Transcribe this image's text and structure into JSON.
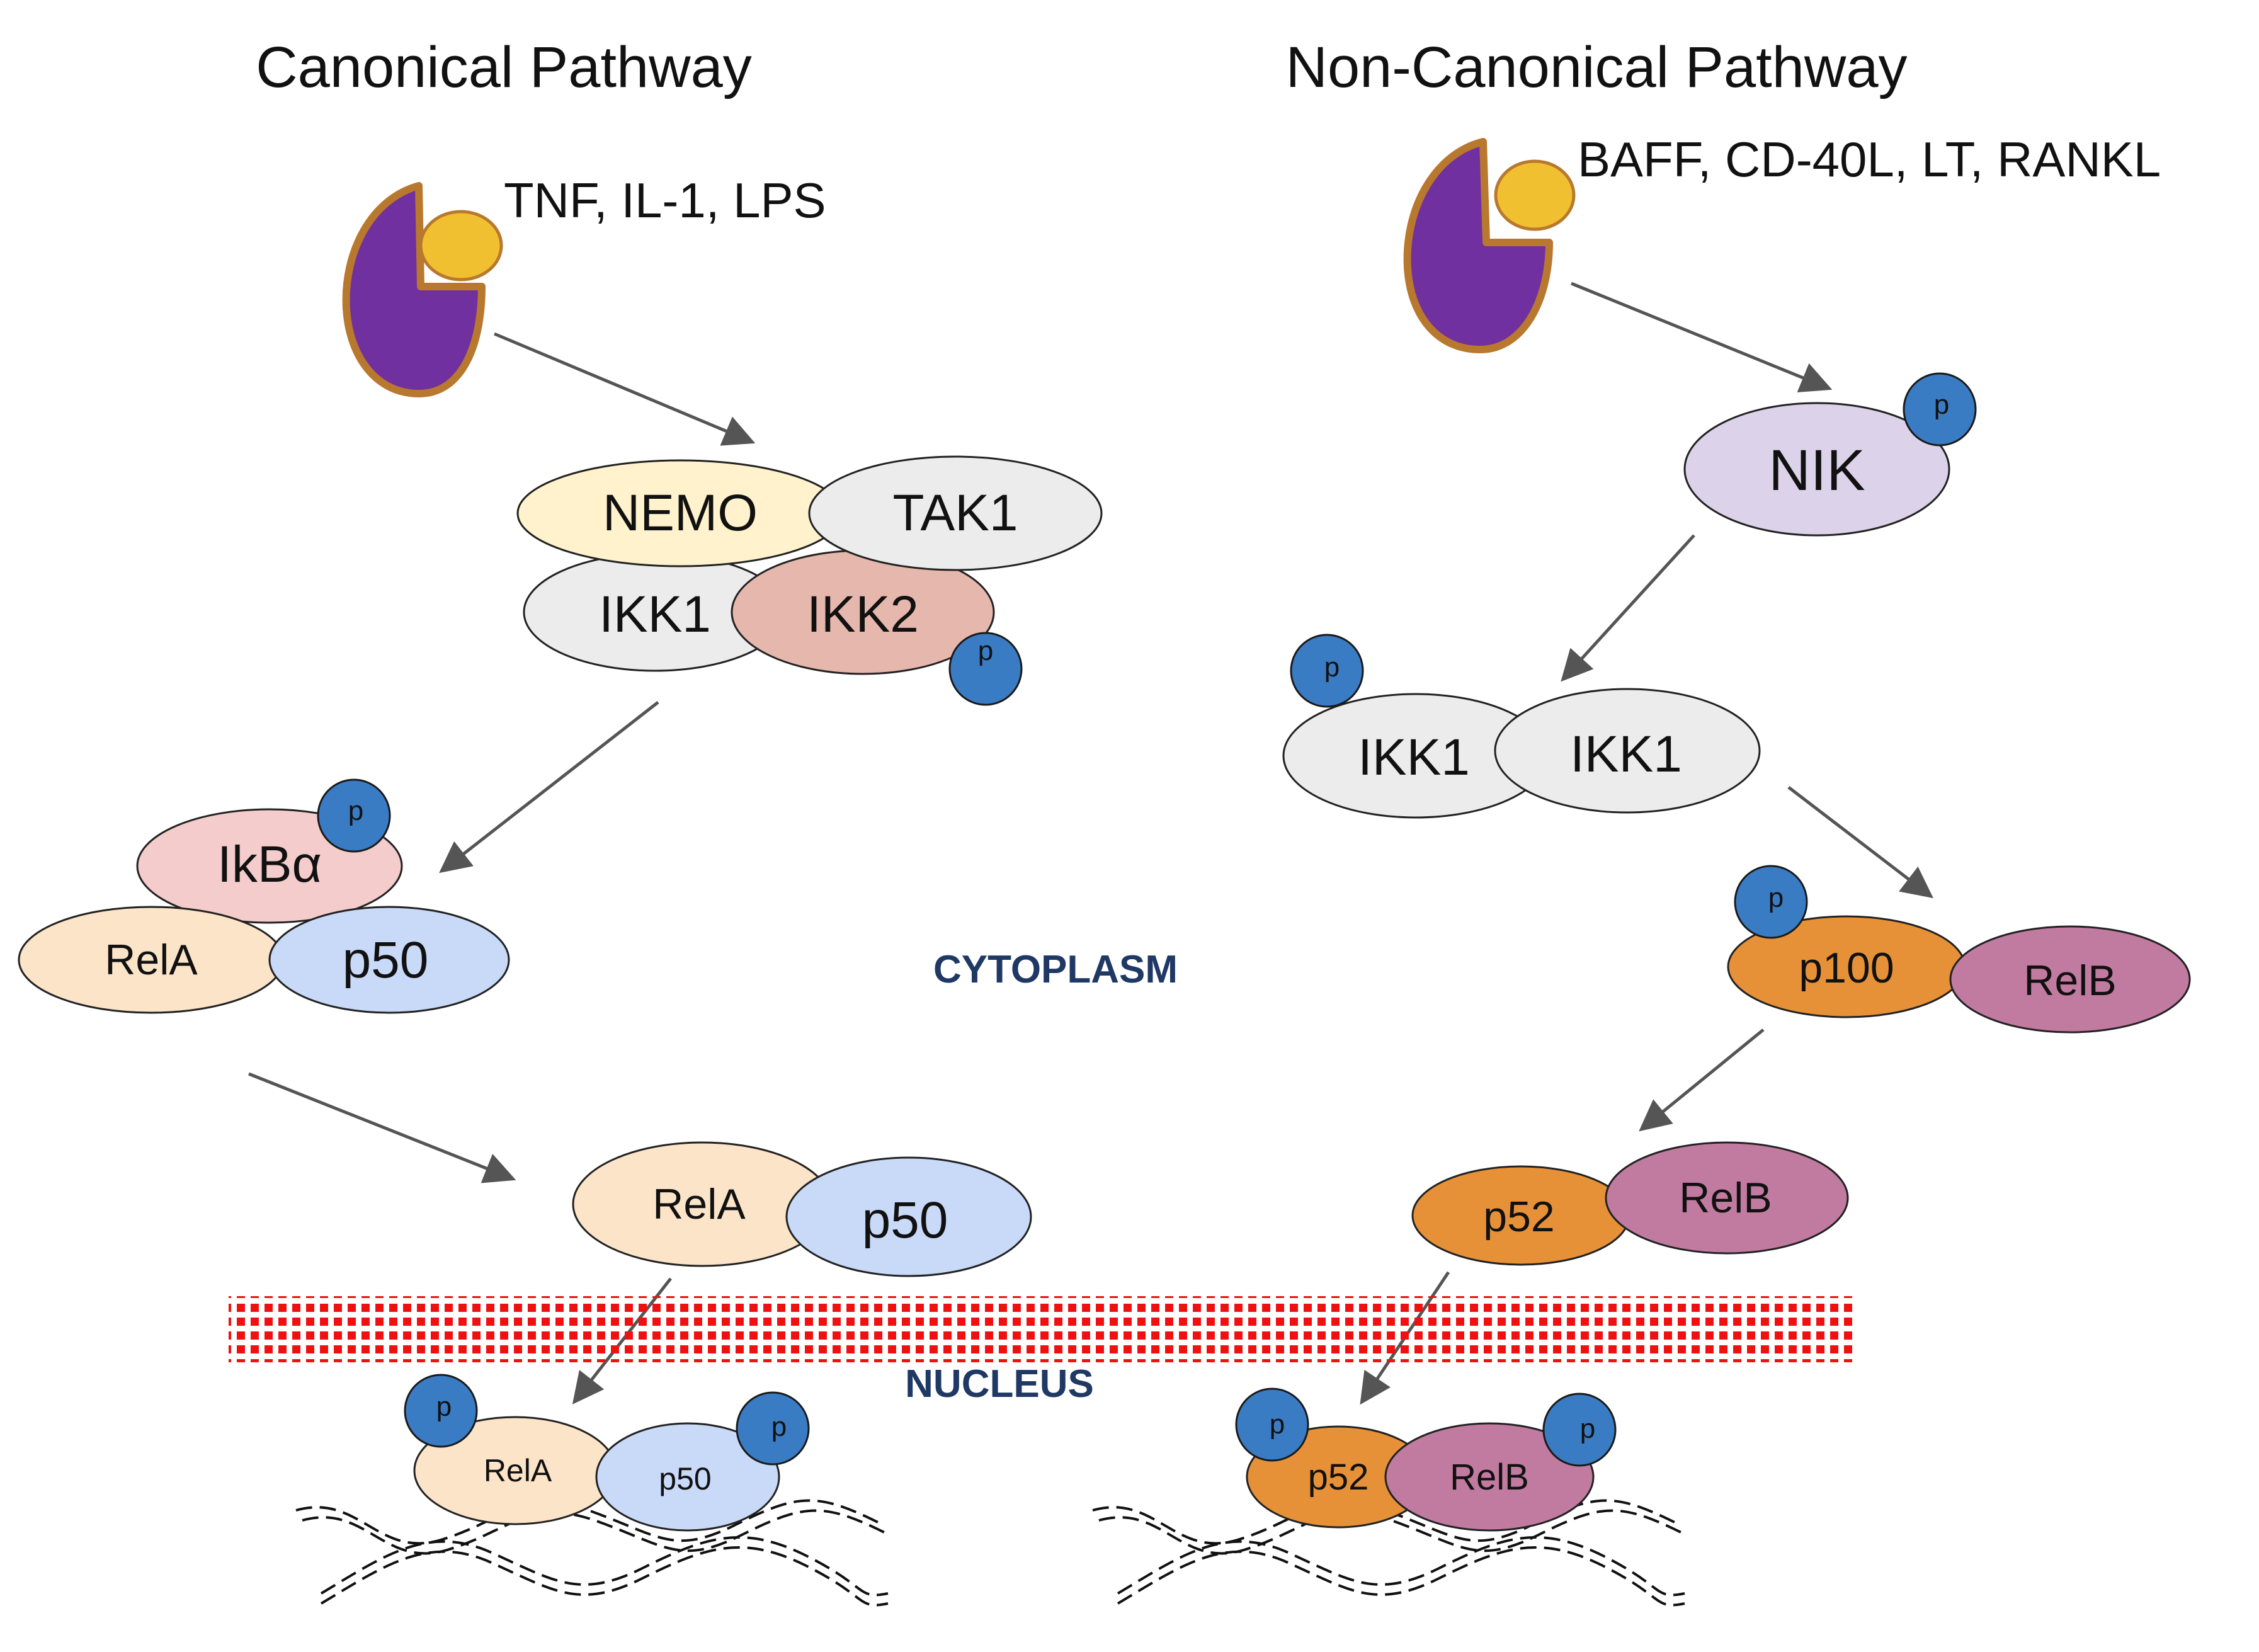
{
  "colors": {
    "receptor_fill": "#7030a0",
    "receptor_stroke": "#b8782e",
    "ligand": "#f0c030",
    "phospho": "#3a7cc4",
    "nemo": "#fff2cc",
    "grey_protein": "#ececec",
    "ikk2": "#e6b7ad",
    "ikba": "#f4cccc",
    "rela": "#fce4c8",
    "p50": "#c9daf8",
    "nik": "#dcd3ea",
    "orange_protein": "#e69138",
    "relb": "#c27ba0",
    "membrane": "#ee1111",
    "region_label": "#1f3864",
    "arrow": "#555555"
  },
  "canonical": {
    "title": "Canonical Pathway",
    "ligands": "TNF, IL-1, LPS",
    "complex": {
      "nemo": "NEMO",
      "tak1": "TAK1",
      "ikk1": "IKK1",
      "ikk2": "IKK2"
    },
    "inhibitor_complex": {
      "ikba": "IkBα",
      "rela": "RelA",
      "p50": "p50"
    },
    "free_dimer": {
      "rela": "RelA",
      "p50": "p50"
    },
    "nuclear_dimer": {
      "rela": "RelA",
      "p50": "p50"
    }
  },
  "non_canonical": {
    "title": "Non-Canonical Pathway",
    "ligands": "BAFF, CD-40L, LT, RANKL",
    "nik": "NIK",
    "ikk_dimer": {
      "left": "IKK1",
      "right": "IKK1"
    },
    "precursor": {
      "p100": "p100",
      "relb": "RelB"
    },
    "processed": {
      "p52": "p52",
      "relb": "RelB"
    },
    "nuclear_dimer": {
      "p52": "p52",
      "relb": "RelB"
    }
  },
  "phospho_label": "p",
  "regions": {
    "cytoplasm": "CYTOPLASM",
    "nucleus": "NUCLEUS"
  }
}
